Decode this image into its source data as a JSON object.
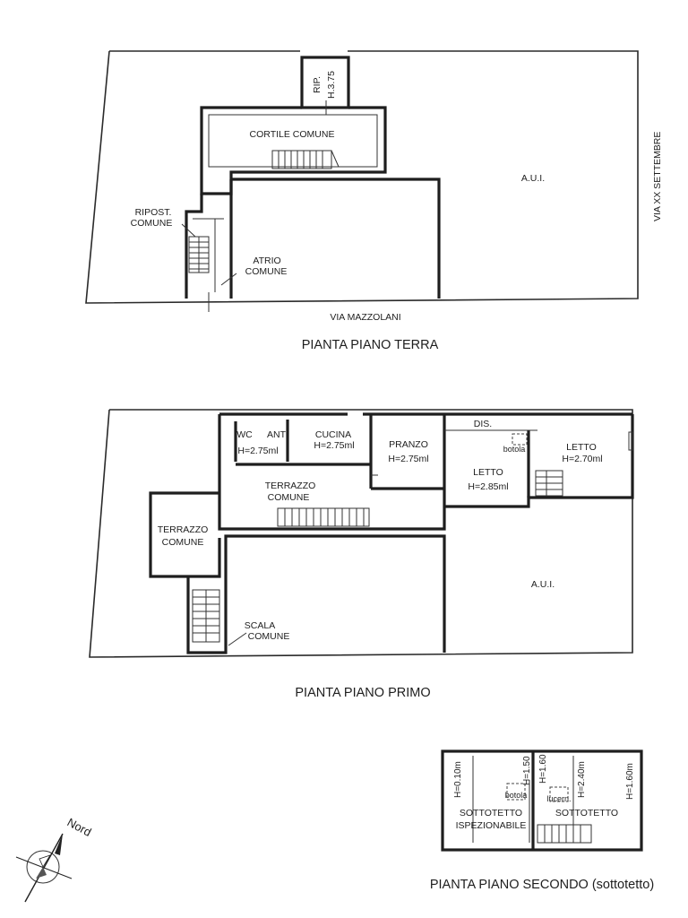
{
  "ground_floor": {
    "title": "PIANTA PIANO TERRA",
    "street_bottom": "VIA MAZZOLANI",
    "street_right": "VIA XX SETTEMBRE",
    "rip": "RIP.",
    "rip_height": "H.3.75",
    "cortile_comune": "CORTILE COMUNE",
    "aui": "A.U.I.",
    "ripost_1": "RIPOST.",
    "ripost_2": "COMUNE",
    "atrio_1": "ATRIO",
    "atrio_2": "COMUNE"
  },
  "first_floor": {
    "title": "PIANTA PIANO PRIMO",
    "wc": "WC",
    "anti": "ANTI",
    "wc_height": "H=2.75ml",
    "cucina": "CUCINA",
    "cucina_height": "H=2.75ml",
    "pranzo": "PRANZO",
    "pranzo_height": "H=2.75ml",
    "dis": "DIS.",
    "botola": "botola",
    "letto_1": "LETTO",
    "letto_1_height": "H=2.85ml",
    "letto_2": "LETTO",
    "letto_2_height": "H=2.70ml",
    "terrazzo_comune_1": "TERRAZZO",
    "terrazzo_comune_2": "COMUNE",
    "terrazzo_left_1": "TERRAZZO",
    "terrazzo_left_2": "COMUNE",
    "aui": "A.U.I.",
    "scala_1": "SCALA",
    "scala_2": "COMUNE"
  },
  "second_floor": {
    "title": "PIANTA PIANO SECONDO (sottotetto)",
    "h1": "H=0.10m",
    "h2": "H=1.50",
    "h3": "H=1.60",
    "h4": "H=2.40m",
    "h5": "H=1.60m",
    "botola": "botola",
    "lucern": "lucern.",
    "sottotetto_left_1": "SOTTOTETTO",
    "sottotetto_left_2": "ISPEZIONABILE",
    "sottotetto_right": "SOTTOTETTO"
  },
  "compass": {
    "label": "Nord",
    "icon": "north-arrow-icon"
  }
}
